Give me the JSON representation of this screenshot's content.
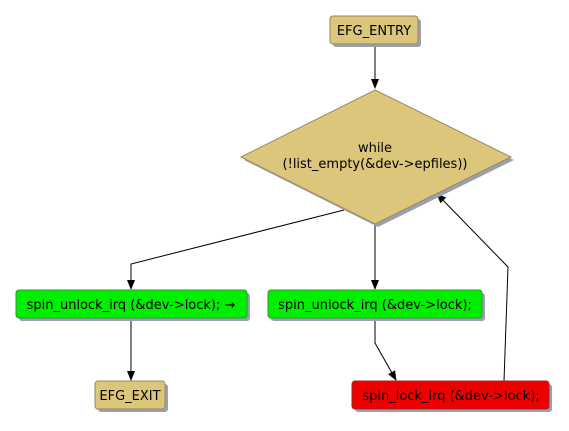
{
  "nodes": {
    "entry": {
      "label": "EFG_ENTRY",
      "kind": "terminal"
    },
    "loop": {
      "line1": "while",
      "line2": "(!list_empty(&dev->epfiles))",
      "kind": "decision"
    },
    "unlock_left": {
      "label": "spin_unlock_irq (&dev->lock); →",
      "kind": "statement"
    },
    "unlock_right": {
      "label": "spin_unlock_irq (&dev->lock);",
      "kind": "statement"
    },
    "exit": {
      "label": "EFG_EXIT",
      "kind": "terminal"
    },
    "lock": {
      "label": "spin_lock_irq (&dev->lock);",
      "kind": "error-statement"
    }
  },
  "edges": [
    {
      "from": "entry",
      "to": "loop"
    },
    {
      "from": "loop",
      "to": "unlock_left"
    },
    {
      "from": "loop",
      "to": "unlock_right"
    },
    {
      "from": "unlock_left",
      "to": "exit"
    },
    {
      "from": "unlock_right",
      "to": "lock"
    },
    {
      "from": "lock",
      "to": "loop"
    }
  ],
  "colors": {
    "terminal_fill": "#dcc67c",
    "terminal_stroke": "#9a8a55",
    "statement_fill": "#00ee00",
    "statement_stroke": "#2a9a2a",
    "error_fill": "#ee0000",
    "error_stroke": "#aa2222",
    "shadow": "#9aa0b4"
  }
}
